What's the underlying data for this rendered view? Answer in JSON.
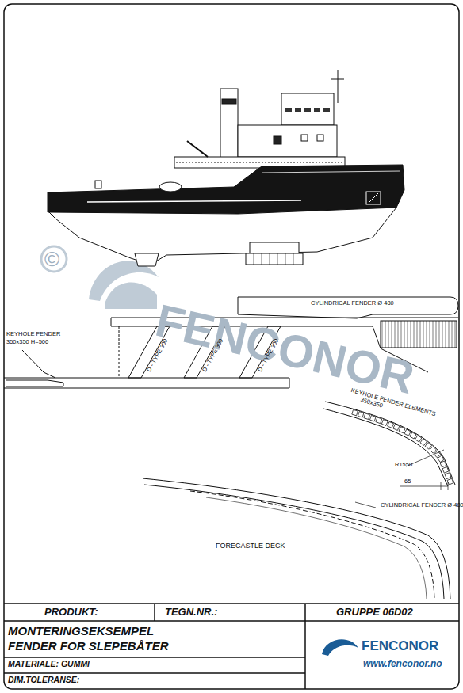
{
  "diagram": {
    "title": "MONTERINGSEKSEMPEL FENDER FOR SLEPEBÅTER",
    "labels": [
      "©",
      "FENCONOR",
      "KEYHOLE FENDER",
      "350x350 H=500",
      "CYLINDRICAL FENDER Ø 480",
      "D - TYPE 300",
      "D - TYPE 300",
      "D - TYPE 300",
      "KEYHOLE FENDER ELEMENTS",
      "350x350",
      "R1550",
      "65",
      "CYLINDRICAL FENDER Ø 480",
      "FORECASTLE DECK",
      "PRODUKT:",
      "TEGN.NR.:",
      "GRUPPE 06D02",
      "MATERIALE: GUMMI",
      "DIM.TOLERANSE:",
      "FENCONOR",
      "www.fenconor.no"
    ]
  }
}
